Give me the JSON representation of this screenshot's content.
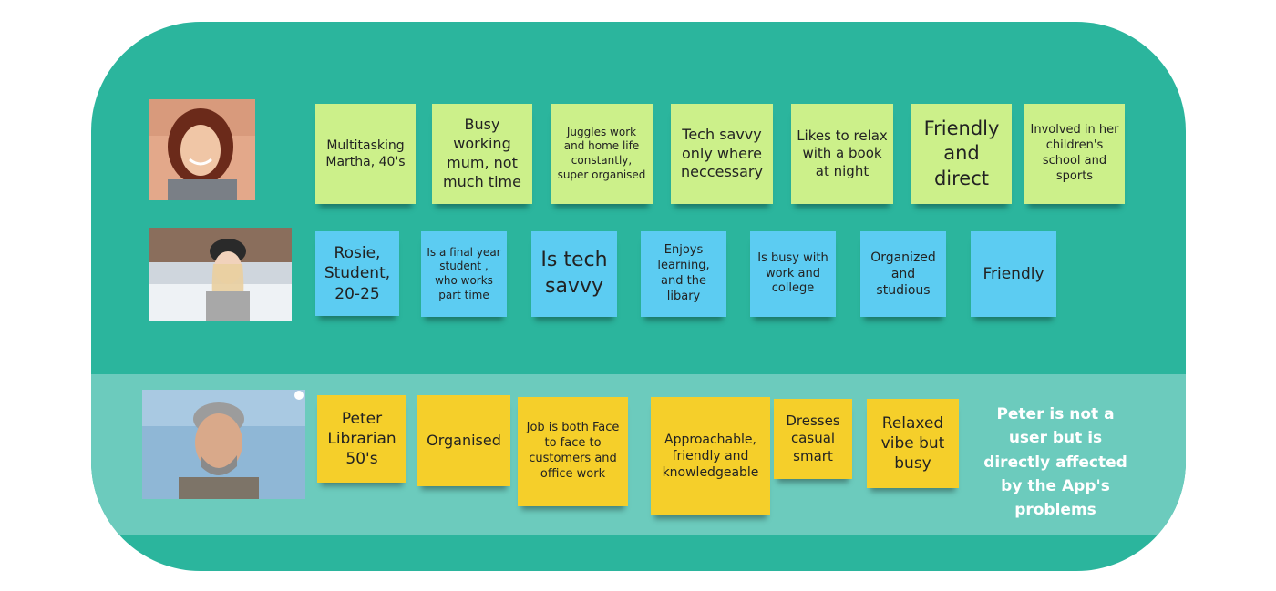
{
  "rows": {
    "martha": {
      "notes": [
        "Multitasking Martha, 40's",
        "Busy working mum, not much time",
        "Juggles work and home life constantly, super organised",
        "Tech savvy only where neccessary",
        "Likes to relax with a book at night",
        "Friendly and direct",
        "Involved in her children's school and sports"
      ]
    },
    "rosie": {
      "notes": [
        "Rosie, Student, 20-25",
        "Is a final year student , who works part time",
        "Is tech savvy",
        "Enjoys learning, and the libary",
        "Is busy with work and college",
        "Organized and studious",
        "Friendly"
      ]
    },
    "peter": {
      "notes": [
        "Peter Librarian 50's",
        "Organised",
        "Job is both Face to face to customers and office work",
        "Approachable, friendly and knowledgeable",
        "Dresses casual smart",
        "Relaxed vibe but busy"
      ],
      "caption": "Peter is not a user but is directly affected by the App's problems"
    }
  },
  "colors": {
    "board": "#2bb59d",
    "band": "#6ccbbd",
    "green_note": "#ccf08a",
    "blue_note": "#5cccf2",
    "yellow_note": "#f5cf2a"
  }
}
